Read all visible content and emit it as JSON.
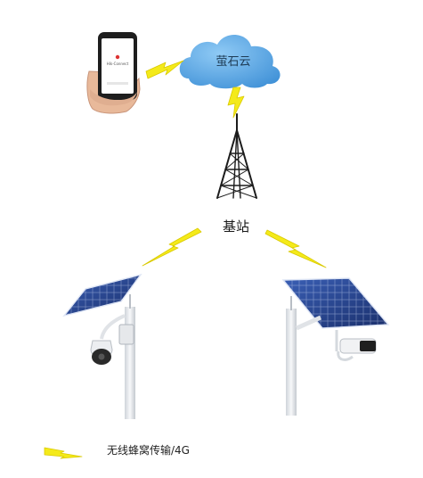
{
  "cloud": {
    "label": "萤石云"
  },
  "base_station": {
    "label": "基站"
  },
  "phone": {
    "screen_title": "Hik-Connect"
  },
  "legend": {
    "label": "无线蜂窝传输/4G"
  },
  "colors": {
    "lightning": "#f4ea1a",
    "lightning_stroke": "#d9c900",
    "cloud": "#5aa9e6",
    "tower": "#1c1c1c",
    "panel": "#1f3f8f",
    "pole": "#e9ecef"
  }
}
